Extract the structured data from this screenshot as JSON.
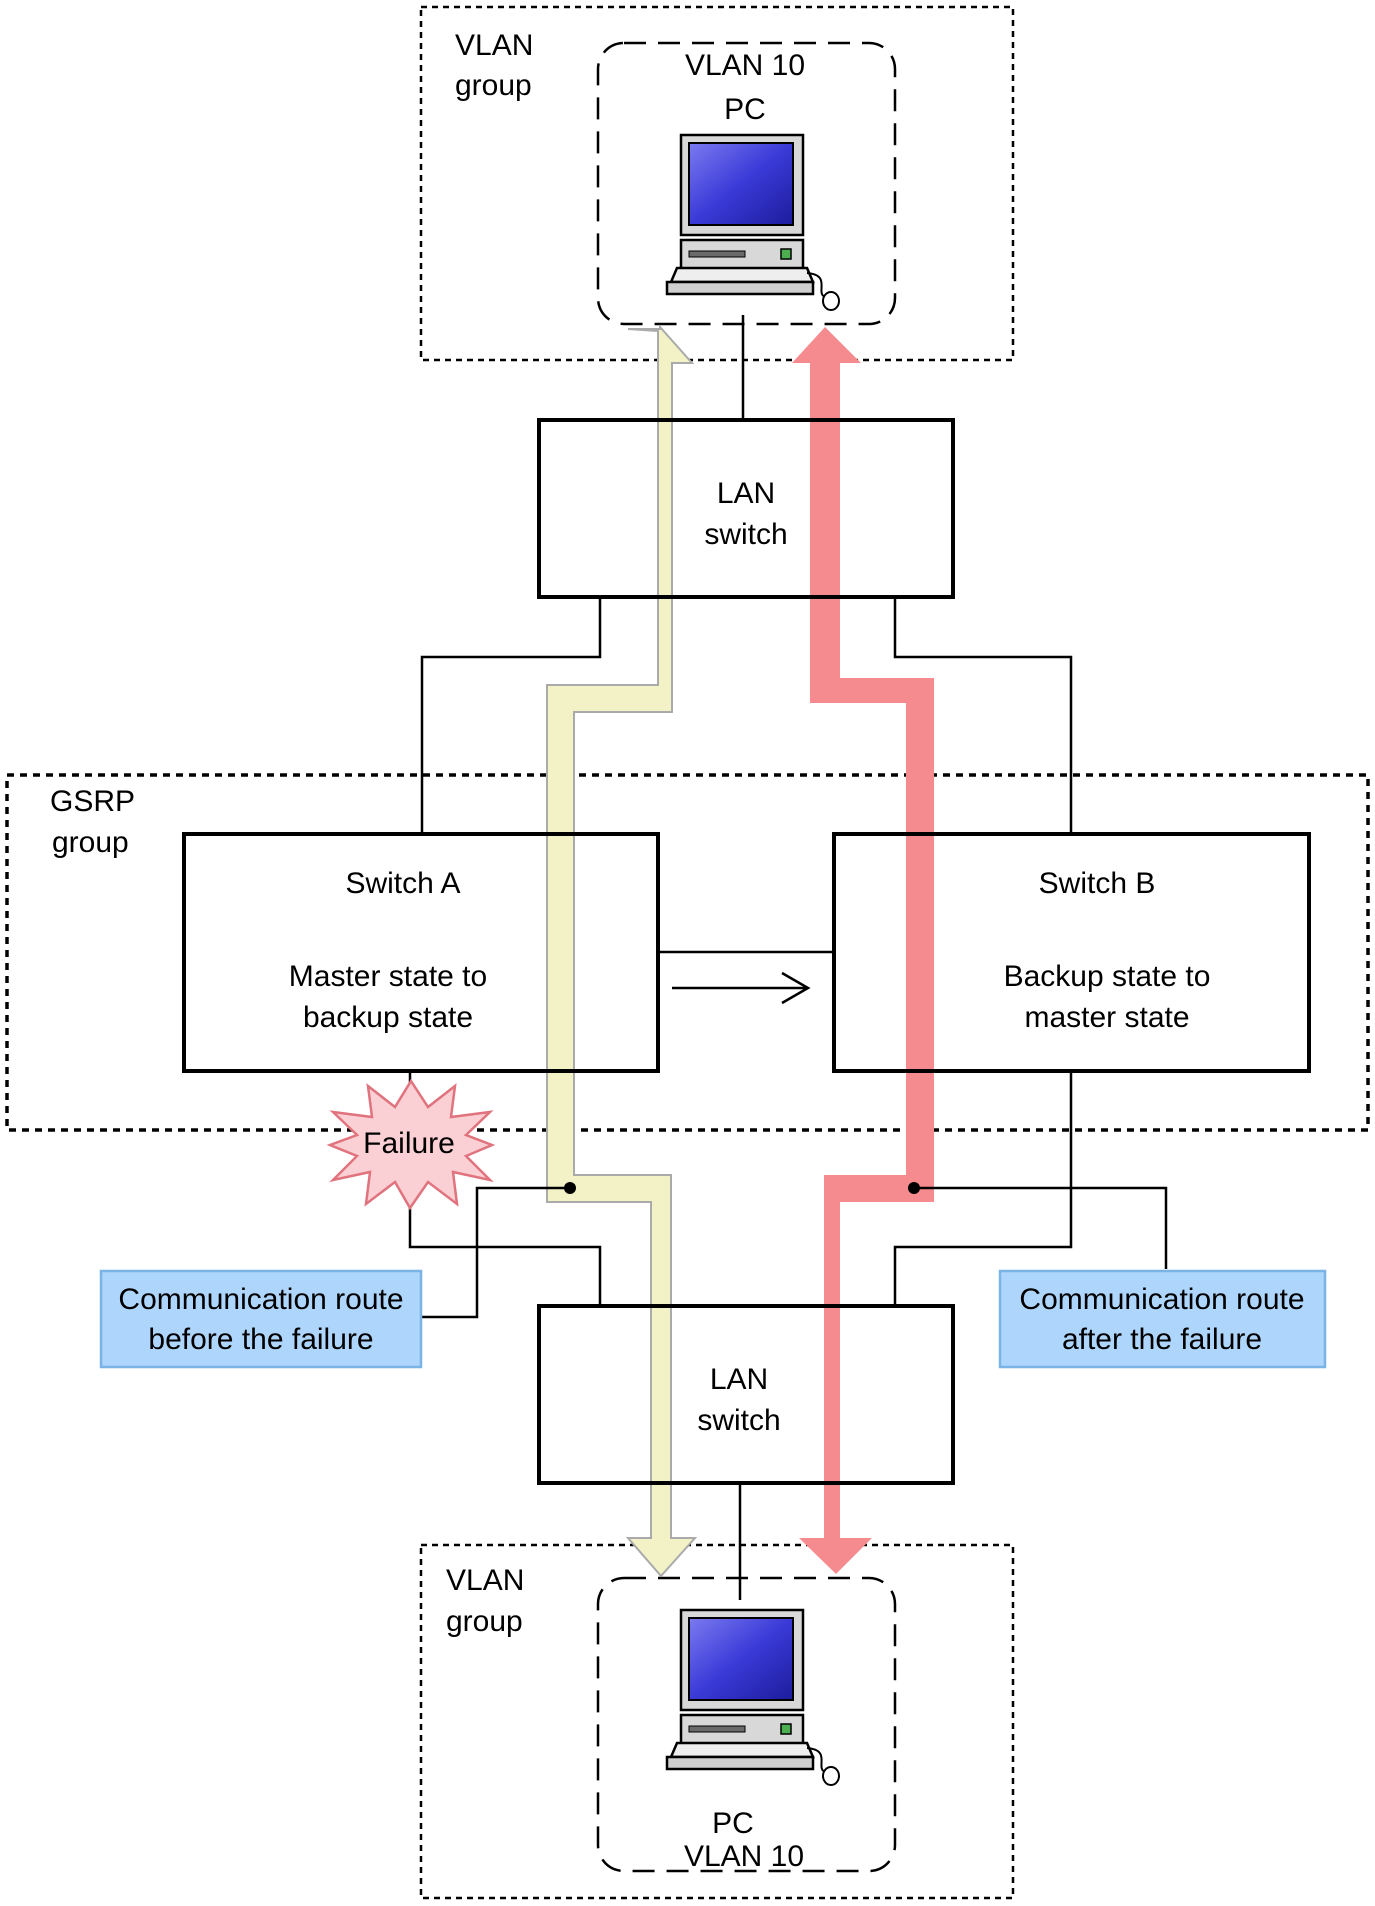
{
  "vlan_groups": {
    "top": {
      "label_line1": "VLAN",
      "label_line2": "group",
      "vlan_label": "VLAN 10",
      "pc_label": "PC"
    },
    "bottom": {
      "label_line1": "VLAN",
      "label_line2": "group",
      "vlan_label": "VLAN 10",
      "pc_label": "PC"
    }
  },
  "lan_switches": {
    "top": {
      "line1": "LAN",
      "line2": "switch"
    },
    "bottom": {
      "line1": "LAN",
      "line2": "switch"
    }
  },
  "gsrp_group": {
    "line1": "GSRP",
    "line2": "group"
  },
  "switch_a": {
    "name": "Switch A",
    "state_line1": "Master state to",
    "state_line2": "backup state"
  },
  "switch_b": {
    "name": "Switch B",
    "state_line1": "Backup state to",
    "state_line2": "master state"
  },
  "failure": {
    "label": "Failure",
    "fill_color": "#fbd0d4",
    "stroke_color": "#e0737e"
  },
  "callouts": {
    "before": {
      "line1": "Communication route",
      "line2": "before the failure"
    },
    "after": {
      "line1": "Communication route",
      "line2": "after the failure"
    },
    "fill_color": "#aed5fb",
    "stroke_color": "#7ab3e6"
  },
  "routes": {
    "before_color": "#f2f2c6",
    "after_color": "#f58b8e"
  }
}
